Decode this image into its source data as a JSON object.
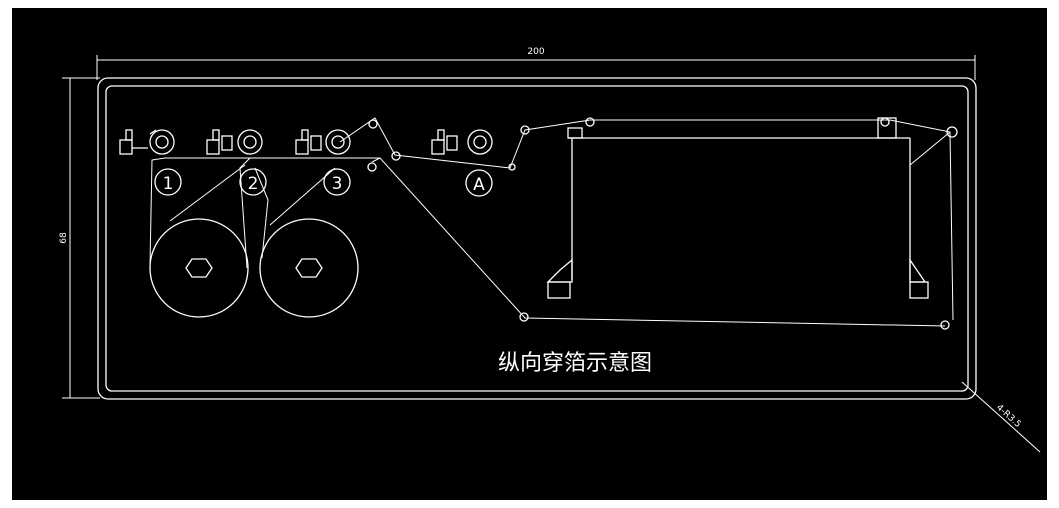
{
  "drawing": {
    "title": "纵向穿箔示意图",
    "dim_width": "200",
    "dim_height": "68",
    "dim_corner": "4-R3.5",
    "unit_labels": [
      "1",
      "2",
      "3",
      "A"
    ]
  },
  "colors": {
    "background": "#000000",
    "line": "#ffffff",
    "frame": "#ffffff"
  }
}
